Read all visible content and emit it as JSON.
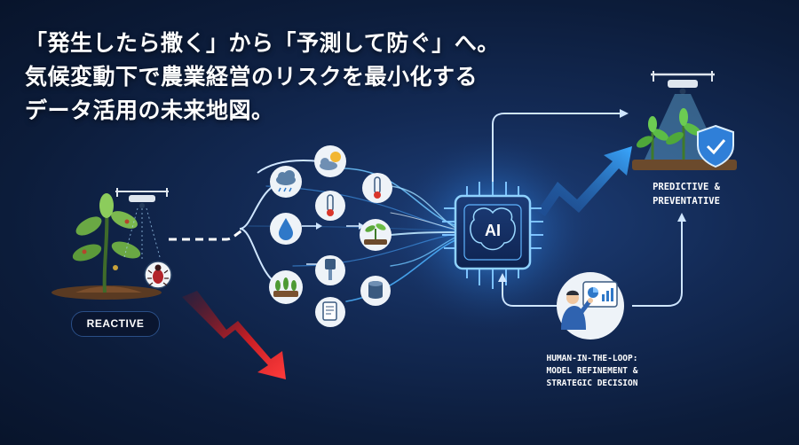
{
  "headline": {
    "line1": "「発生したら撒く」から「予測して防ぐ」へ。",
    "line2": "気候変動下で農業経営のリスクを最小化する",
    "line3": "データ活用の未来地図。"
  },
  "labels": {
    "reactive": "REACTIVE",
    "predictive_line1": "PREDICTIVE &",
    "predictive_line2": "PREVENTATIVE",
    "hitl_line1": "HUMAN-IN-THE-LOOP:",
    "hitl_line2": "MODEL REFINEMENT &",
    "hitl_line3": "STRATEGIC DECISION",
    "ai": "AI"
  },
  "icons": {
    "reactive_scene": [
      "drone-icon",
      "plant-icon",
      "pest-icon",
      "bug-badge-icon"
    ],
    "data_sources": [
      "rain-cloud-icon",
      "partly-cloudy-icon",
      "thermometer-icon",
      "thermometer-icon",
      "water-drop-icon",
      "sprout-icon",
      "ph-probe-icon",
      "field-crops-icon",
      "database-icon",
      "report-icon"
    ],
    "predictive_scene": [
      "drone-icon",
      "spray-icon",
      "plants-icon",
      "shield-check-icon"
    ],
    "hitl_scene": [
      "analyst-icon",
      "dashboard-icon"
    ]
  },
  "colors": {
    "background": "#0c1c3a",
    "accent_blue": "#3aa0ff",
    "decline_red": "#d9262b",
    "rise_blue": "#2a8cff",
    "icon_circle": "#eef3f8"
  }
}
